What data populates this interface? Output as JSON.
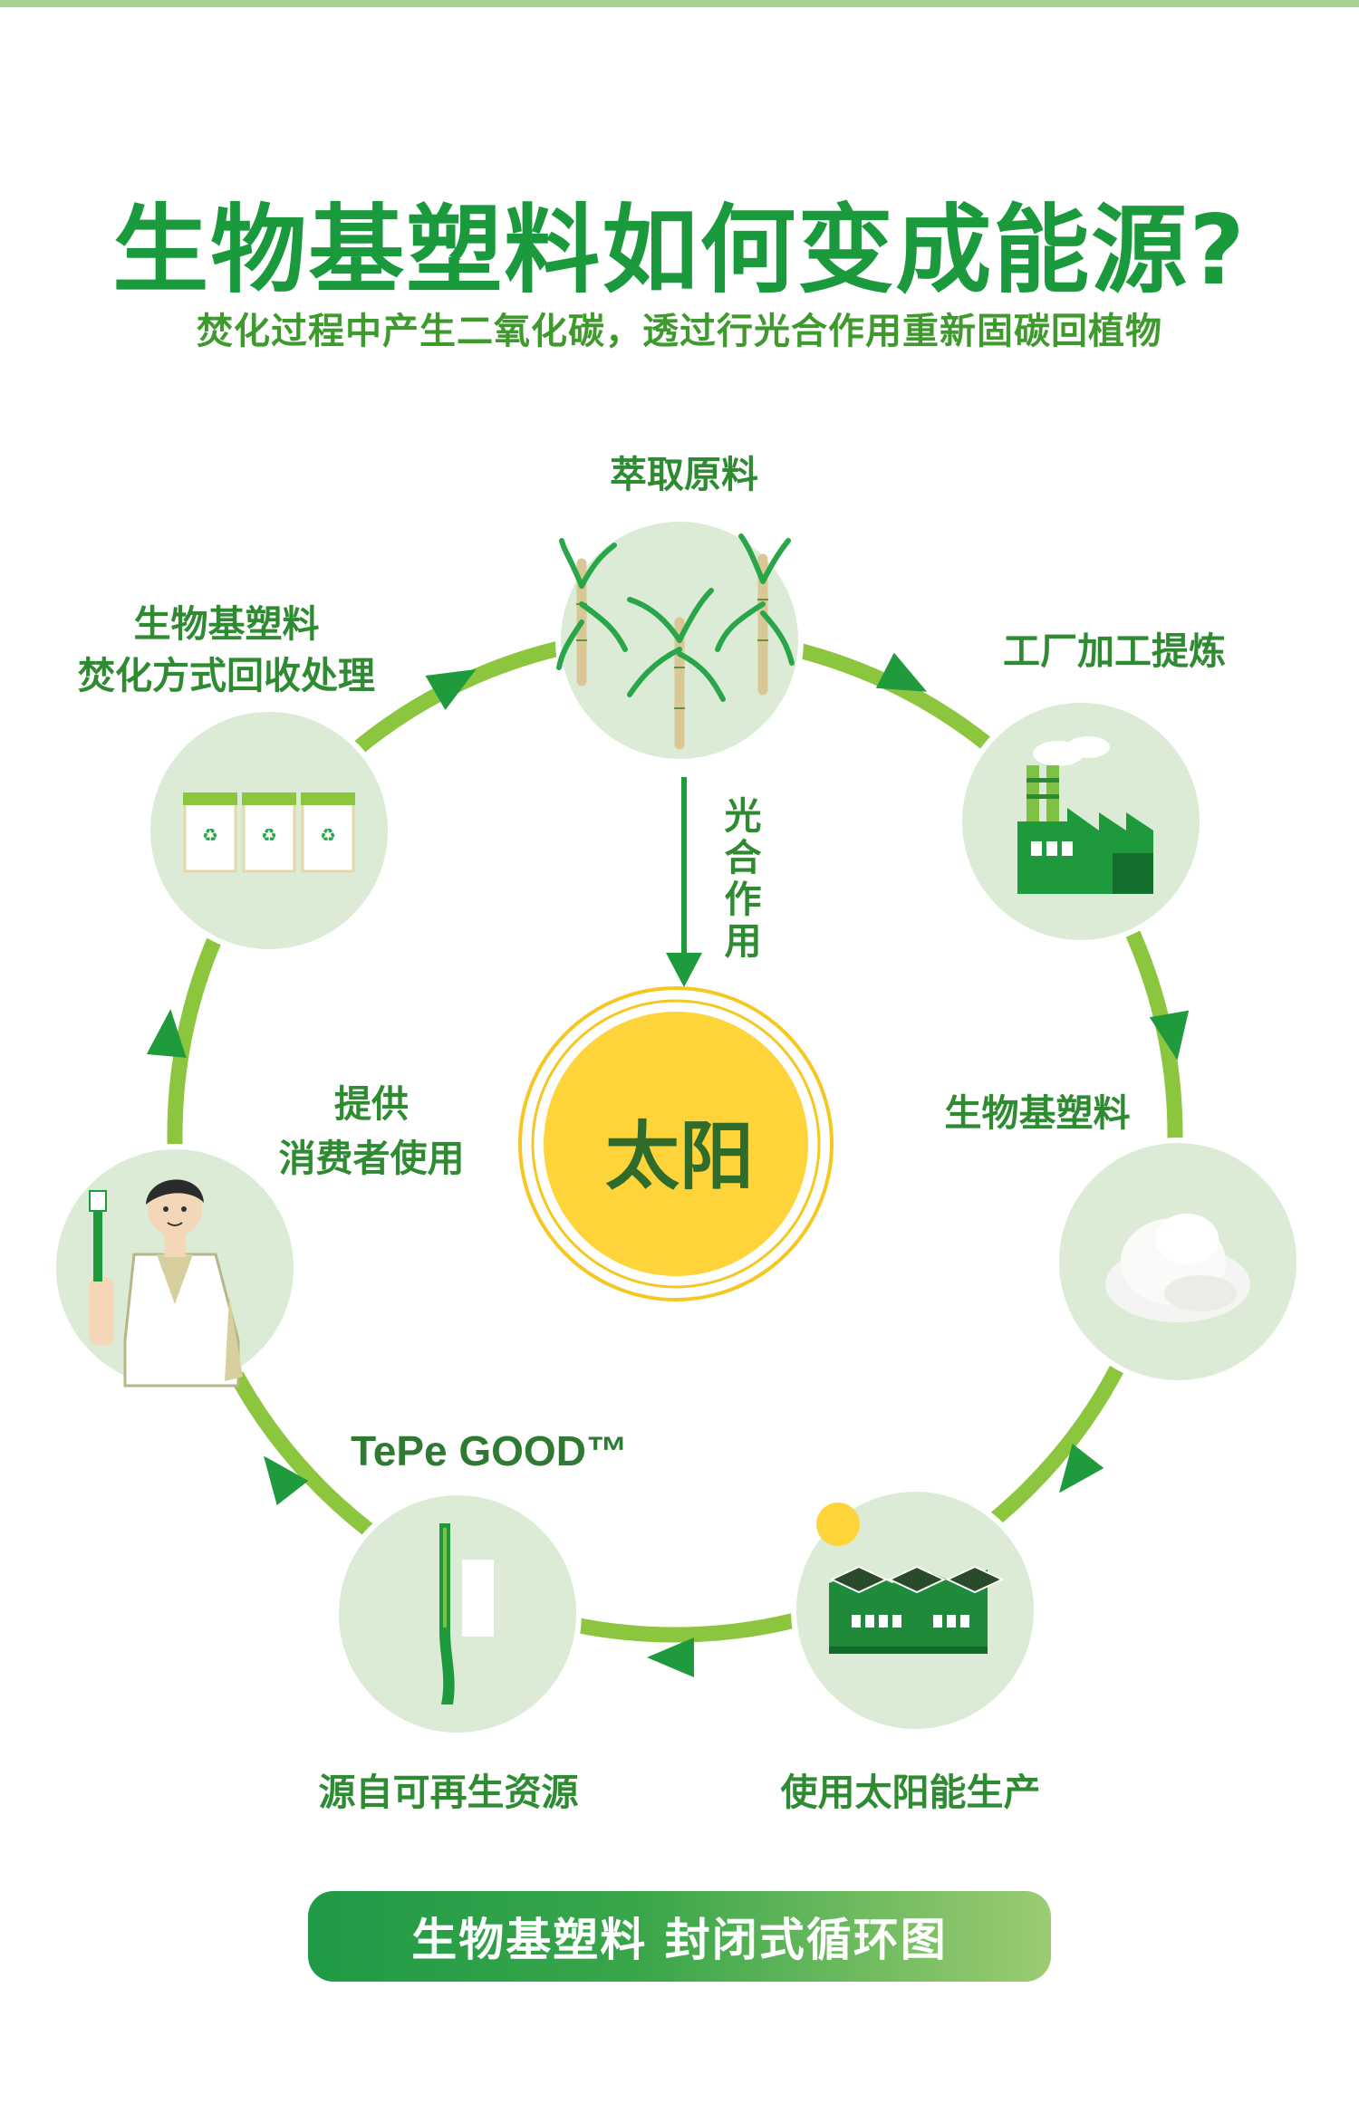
{
  "title": "生物基塑料如何变成能源?",
  "subtitle": "焚化过程中产生二氧化碳，透过行光合作用重新固碳回植物",
  "center": {
    "label": "太阳",
    "arrow_label": "光合作用"
  },
  "stages": [
    {
      "label": "萃取原料",
      "icon": "sugarcane-icon"
    },
    {
      "label": "工厂加工提炼",
      "icon": "factory-icon"
    },
    {
      "label": "生物基塑料",
      "icon": "powder-icon"
    },
    {
      "label": "使用太阳能生产",
      "icon": "solar-factory-icon"
    },
    {
      "label": "源自可再生资源",
      "icon": "toothbrush-icon"
    },
    {
      "label": "TePe GOOD™",
      "icon": ""
    },
    {
      "label_line1": "提供",
      "label_line2": "消费者使用",
      "icon": "consumer-icon"
    },
    {
      "label_line1": "生物基塑料",
      "label_line2": "焚化方式回收处理",
      "icon": "recycle-bins-icon"
    }
  ],
  "legend": "生物基塑料 封闭式循环图",
  "colors": {
    "ring": "#8cc63f",
    "arrow": "#1f9a3c",
    "node": "#dcebd6",
    "text": "#2e8b32",
    "sun_inner": "#ffd43b",
    "sun_ring": "#f6c621"
  }
}
